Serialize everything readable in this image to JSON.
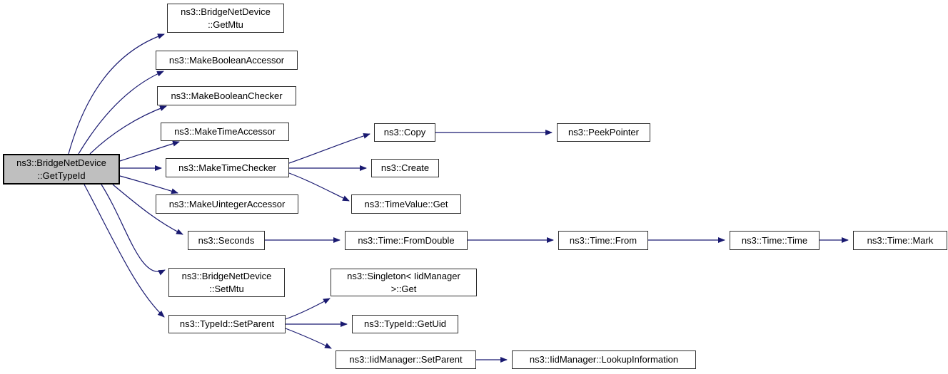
{
  "diagram": {
    "type": "call-graph",
    "background_color": "#ffffff",
    "edge_color": "#191970",
    "node_border_color": "#2e2e2e",
    "node_fill_color": "#ffffff",
    "highlight_fill_color": "#bfbfbf",
    "nodes": [
      {
        "id": "bridgenetdevice-gettypeid",
        "lines": [
          "ns3::BridgeNetDevice",
          "::GetTypeId"
        ],
        "highlight": true
      },
      {
        "id": "bridgenetdevice-getmtu",
        "lines": [
          "ns3::BridgeNetDevice",
          "::GetMtu"
        ]
      },
      {
        "id": "makebooleanaccessor",
        "lines": [
          "ns3::MakeBooleanAccessor"
        ]
      },
      {
        "id": "makebooleanchecker",
        "lines": [
          "ns3::MakeBooleanChecker"
        ]
      },
      {
        "id": "maketimeaccessor",
        "lines": [
          "ns3::MakeTimeAccessor"
        ]
      },
      {
        "id": "maketimechecker",
        "lines": [
          "ns3::MakeTimeChecker"
        ]
      },
      {
        "id": "makeuintegeraccessor",
        "lines": [
          "ns3::MakeUintegerAccessor"
        ]
      },
      {
        "id": "seconds",
        "lines": [
          "ns3::Seconds"
        ]
      },
      {
        "id": "bridgenetdevice-setmtu",
        "lines": [
          "ns3::BridgeNetDevice",
          "::SetMtu"
        ]
      },
      {
        "id": "typeid-setparent",
        "lines": [
          "ns3::TypeId::SetParent"
        ]
      },
      {
        "id": "copy",
        "lines": [
          "ns3::Copy"
        ]
      },
      {
        "id": "create",
        "lines": [
          "ns3::Create"
        ]
      },
      {
        "id": "timevalue-get",
        "lines": [
          "ns3::TimeValue::Get"
        ]
      },
      {
        "id": "peekpointer",
        "lines": [
          "ns3::PeekPointer"
        ]
      },
      {
        "id": "time-fromdouble",
        "lines": [
          "ns3::Time::FromDouble"
        ]
      },
      {
        "id": "time-from",
        "lines": [
          "ns3::Time::From"
        ]
      },
      {
        "id": "time-time",
        "lines": [
          "ns3::Time::Time"
        ]
      },
      {
        "id": "time-mark",
        "lines": [
          "ns3::Time::Mark"
        ]
      },
      {
        "id": "singleton-iidmanager-get",
        "lines": [
          "ns3::Singleton< IidManager",
          ">::Get"
        ]
      },
      {
        "id": "typeid-getuid",
        "lines": [
          "ns3::TypeId::GetUid"
        ]
      },
      {
        "id": "iidmanager-setparent",
        "lines": [
          "ns3::IidManager::SetParent"
        ]
      },
      {
        "id": "iidmanager-lookupinformation",
        "lines": [
          "ns3::IidManager::LookupInformation"
        ]
      }
    ],
    "edges": [
      {
        "from": "bridgenetdevice-gettypeid",
        "to": "bridgenetdevice-getmtu"
      },
      {
        "from": "bridgenetdevice-gettypeid",
        "to": "makebooleanaccessor"
      },
      {
        "from": "bridgenetdevice-gettypeid",
        "to": "makebooleanchecker"
      },
      {
        "from": "bridgenetdevice-gettypeid",
        "to": "maketimeaccessor"
      },
      {
        "from": "bridgenetdevice-gettypeid",
        "to": "maketimechecker"
      },
      {
        "from": "bridgenetdevice-gettypeid",
        "to": "makeuintegeraccessor"
      },
      {
        "from": "bridgenetdevice-gettypeid",
        "to": "seconds"
      },
      {
        "from": "bridgenetdevice-gettypeid",
        "to": "bridgenetdevice-setmtu"
      },
      {
        "from": "bridgenetdevice-gettypeid",
        "to": "typeid-setparent"
      },
      {
        "from": "maketimechecker",
        "to": "copy"
      },
      {
        "from": "maketimechecker",
        "to": "create"
      },
      {
        "from": "maketimechecker",
        "to": "timevalue-get"
      },
      {
        "from": "copy",
        "to": "peekpointer"
      },
      {
        "from": "seconds",
        "to": "time-fromdouble"
      },
      {
        "from": "time-fromdouble",
        "to": "time-from"
      },
      {
        "from": "time-from",
        "to": "time-time"
      },
      {
        "from": "time-time",
        "to": "time-mark"
      },
      {
        "from": "typeid-setparent",
        "to": "singleton-iidmanager-get"
      },
      {
        "from": "typeid-setparent",
        "to": "typeid-getuid"
      },
      {
        "from": "typeid-setparent",
        "to": "iidmanager-setparent"
      },
      {
        "from": "iidmanager-setparent",
        "to": "iidmanager-lookupinformation"
      }
    ]
  }
}
